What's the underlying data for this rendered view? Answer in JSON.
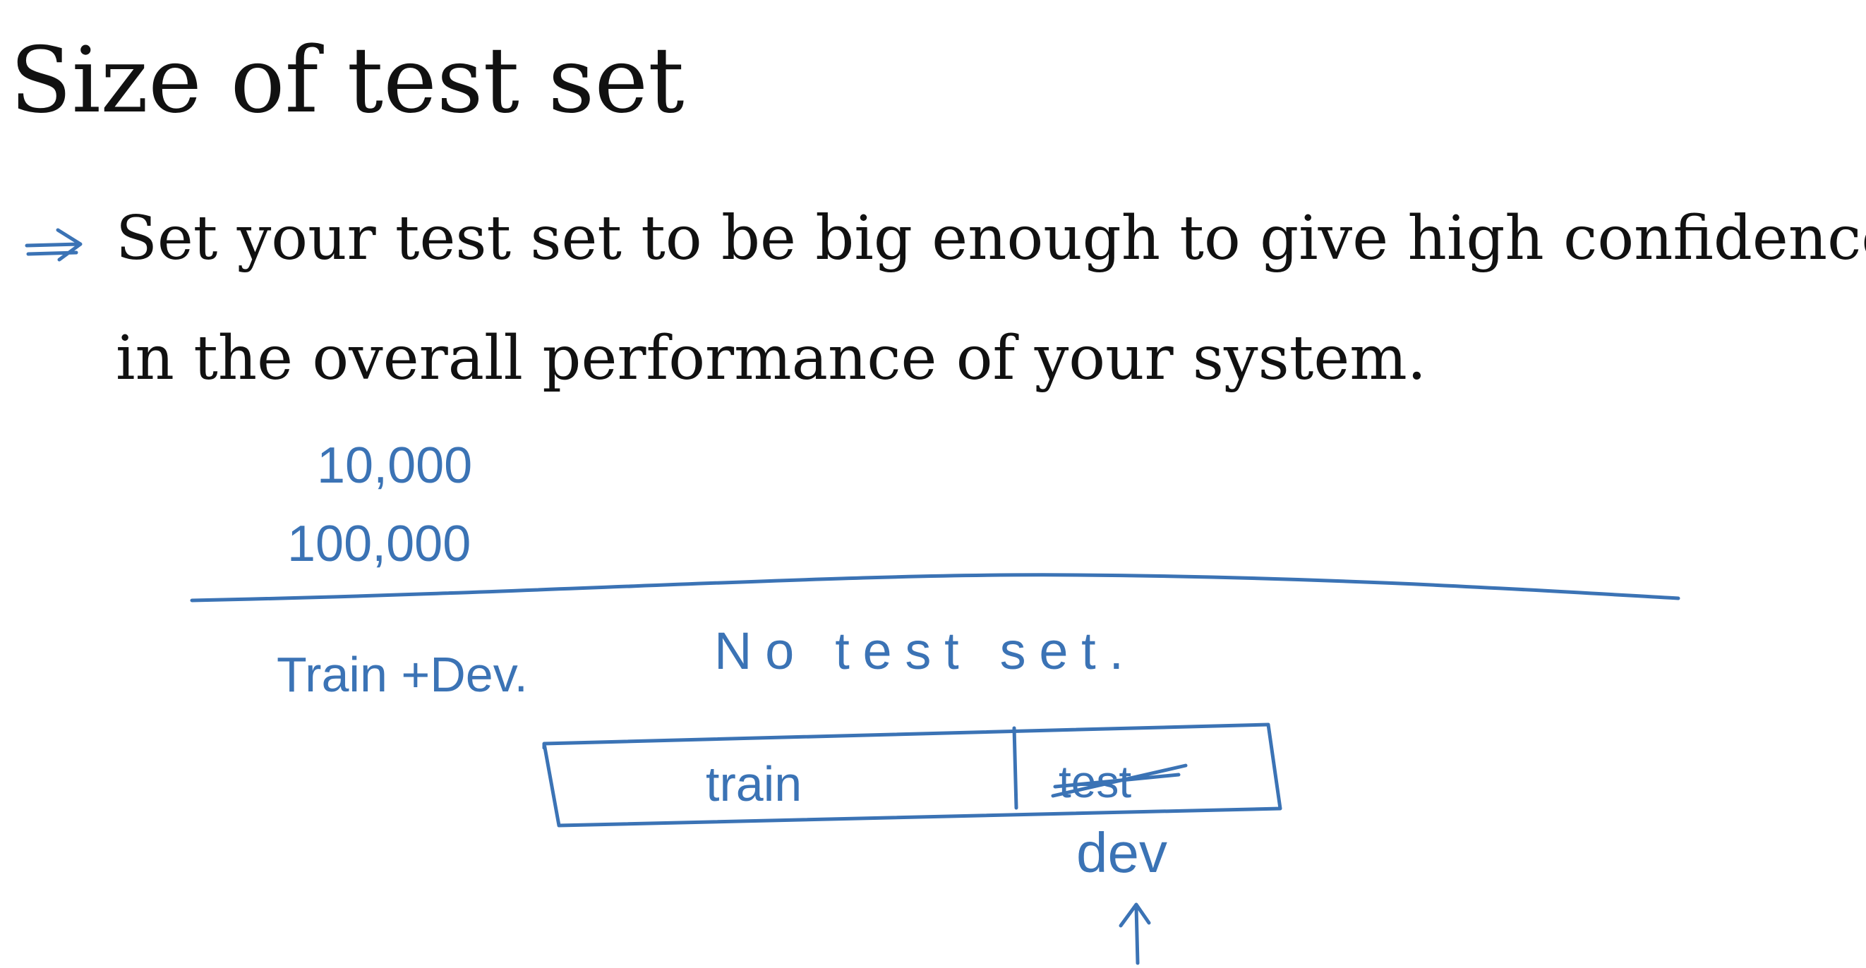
{
  "slide": {
    "title": "Size of test set",
    "bullet": {
      "icon": "arrow-right-icon",
      "lines": [
        "Set your test set to be big enough to give high confidence",
        "in the overall performance of your system."
      ]
    }
  },
  "annotations": {
    "ink_color": "#3b73b5",
    "numbers": [
      "10,000",
      "100,000"
    ],
    "left_label": "Train +Dev.",
    "right_label": "No test set.",
    "bar": {
      "train_label": "train",
      "struck_label": "test",
      "replacement_label": "dev"
    }
  }
}
